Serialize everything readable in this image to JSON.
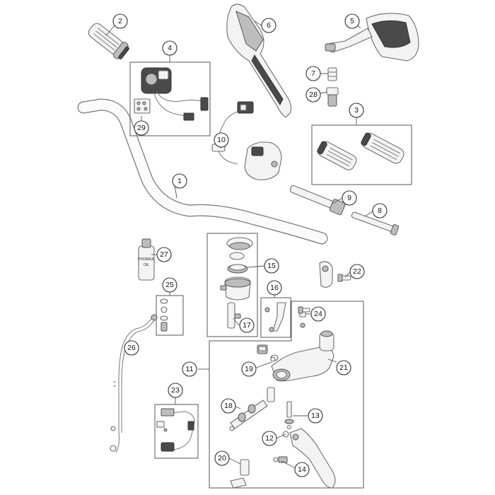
{
  "diagram": {
    "callouts": [
      {
        "id": "c1",
        "label": "1"
      },
      {
        "id": "c2",
        "label": "2"
      },
      {
        "id": "c3",
        "label": "3"
      },
      {
        "id": "c4",
        "label": "4"
      },
      {
        "id": "c5",
        "label": "5"
      },
      {
        "id": "c6",
        "label": "6"
      },
      {
        "id": "c7",
        "label": "7"
      },
      {
        "id": "c8",
        "label": "8"
      },
      {
        "id": "c9",
        "label": "9"
      },
      {
        "id": "c10",
        "label": "10"
      },
      {
        "id": "c11",
        "label": "11"
      },
      {
        "id": "c12",
        "label": "12"
      },
      {
        "id": "c13",
        "label": "13"
      },
      {
        "id": "c14",
        "label": "14"
      },
      {
        "id": "c15",
        "label": "15"
      },
      {
        "id": "c16",
        "label": "16"
      },
      {
        "id": "c17",
        "label": "17"
      },
      {
        "id": "c18",
        "label": "18"
      },
      {
        "id": "c19",
        "label": "19"
      },
      {
        "id": "c20",
        "label": "20"
      },
      {
        "id": "c21",
        "label": "21"
      },
      {
        "id": "c22",
        "label": "22"
      },
      {
        "id": "c23",
        "label": "23"
      },
      {
        "id": "c24",
        "label": "24"
      },
      {
        "id": "c25",
        "label": "25"
      },
      {
        "id": "c26",
        "label": "26"
      },
      {
        "id": "c27",
        "label": "27"
      },
      {
        "id": "c28",
        "label": "28"
      },
      {
        "id": "c29",
        "label": "29"
      }
    ],
    "bottle_label": [
      "HYDRAUL",
      "OIL"
    ]
  }
}
